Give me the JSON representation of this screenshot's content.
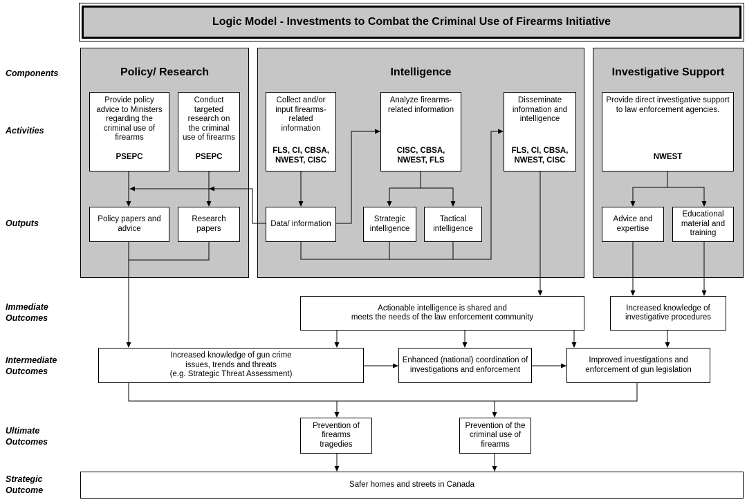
{
  "title": "Logic Model - Investments to Combat the Criminal Use of Firearms Initiative",
  "row_labels": {
    "components": "Components",
    "activities": "Activities",
    "outputs": "Outputs",
    "immediate": [
      "Immediate",
      "Outcomes"
    ],
    "intermediate": [
      "Intermediate",
      "Outcomes"
    ],
    "ultimate": [
      "Ultimate",
      "Outcomes"
    ],
    "strategic": [
      "Strategic",
      "Outcome"
    ]
  },
  "columns": {
    "policy": "Policy/ Research",
    "intelligence": "Intelligence",
    "investigative": "Investigative Support"
  },
  "activities": {
    "provide_policy": {
      "lines": [
        "Provide policy",
        "advice to Ministers",
        "regarding the",
        "criminal use of",
        "firearms"
      ],
      "org": [
        "PSEPC"
      ]
    },
    "conduct_research": {
      "lines": [
        "Conduct",
        "targeted",
        "research on",
        "the criminal",
        "use of firearms"
      ],
      "org": [
        "PSEPC"
      ]
    },
    "collect_input": {
      "lines": [
        "Collect and/or",
        "input firearms-",
        "related",
        "information"
      ],
      "org": [
        "FLS, CI, CBSA,",
        "NWEST, CISC"
      ]
    },
    "analyze": {
      "lines": [
        "Analyze firearms-",
        "related information"
      ],
      "org": [
        "CISC, CBSA,",
        "NWEST, FLS"
      ]
    },
    "disseminate": {
      "lines": [
        "Disseminate",
        "information and",
        "intelligence"
      ],
      "org": [
        "FLS, CI, CBSA,",
        "NWEST, CISC"
      ]
    },
    "investigative_support": {
      "lines": [
        "Provide direct investigative support",
        "to law enforcement agencies."
      ],
      "org": [
        "NWEST"
      ]
    }
  },
  "outputs": {
    "policy_papers": [
      "Policy papers and",
      "advice"
    ],
    "research_papers": [
      "Research",
      "papers"
    ],
    "data_information": [
      "Data/ information"
    ],
    "strategic_intel": [
      "Strategic",
      "intelligence"
    ],
    "tactical_intel": [
      "Tactical",
      "intelligence"
    ],
    "advice_expertise": [
      "Advice and",
      "expertise"
    ],
    "educational_material": [
      "Educational",
      "material and",
      "training"
    ]
  },
  "immediate_outcomes": {
    "actionable_intel": [
      "Actionable intelligence is shared and",
      "meets the needs of the law enforcement community"
    ],
    "increased_investigative": [
      "Increased knowledge of",
      "investigative procedures"
    ]
  },
  "intermediate_outcomes": {
    "gun_crime_knowledge": [
      "Increased knowledge of gun crime",
      "issues, trends and threats",
      "(e.g. Strategic Threat Assessment)"
    ],
    "enhanced_coordination": [
      "Enhanced (national) coordination of",
      "investigations and enforcement"
    ],
    "improved_investigations": [
      "Improved investigations and",
      "enforcement of gun legislation"
    ]
  },
  "ultimate_outcomes": {
    "prevention_tragedies": [
      "Prevention of",
      "firearms",
      "tragedies"
    ],
    "prevention_criminal_use": [
      "Prevention of the",
      "criminal use of",
      "firearms"
    ]
  },
  "strategic_outcome": "Safer homes and streets in Canada"
}
